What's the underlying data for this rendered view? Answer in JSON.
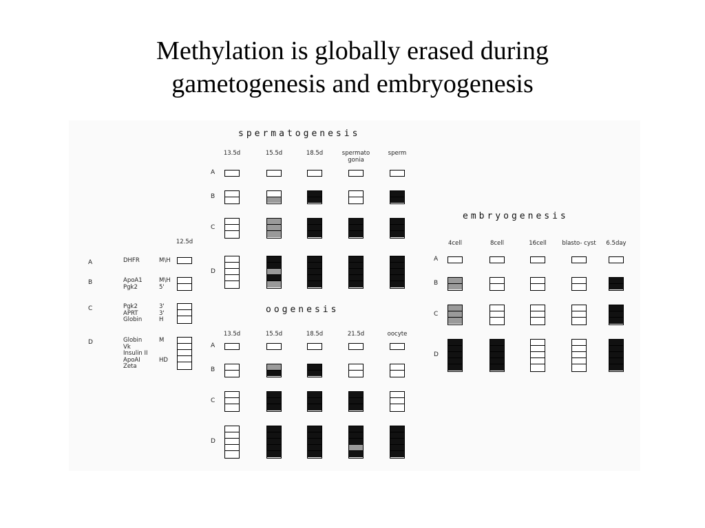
{
  "slide": {
    "title_line1": "Methylation is globally erased during",
    "title_line2": "gametogenesis and embryogenesis"
  },
  "colors": {
    "methylated": "#111111",
    "partial": "#9a9a9a",
    "unmethylated": "#ffffff"
  },
  "reference": {
    "stage": "12.5d",
    "groups": [
      {
        "row": "A",
        "genes": [
          "DHFR"
        ],
        "marks": [
          "M\\H"
        ],
        "segments": 1
      },
      {
        "row": "B",
        "genes": [
          "ApoA1",
          "Pgk2"
        ],
        "marks": [
          "M\\H",
          "5'"
        ],
        "segments": 2
      },
      {
        "row": "C",
        "genes": [
          "Pgk2",
          "APRT",
          "Globin"
        ],
        "marks": [
          "3'",
          "3'",
          "H"
        ],
        "segments": 3
      },
      {
        "row": "D",
        "genes": [
          "Globin",
          "Vk",
          "Insulin II",
          "ApoAI",
          "Zeta"
        ],
        "marks": [
          "M",
          "",
          "",
          "HD",
          ""
        ],
        "segments": 5
      }
    ]
  },
  "panels": [
    {
      "id": "spermatogenesis",
      "title": "spermatogenesis",
      "columns": [
        "13.5d",
        "15.5d",
        "18.5d",
        "spermato gonia",
        "sperm"
      ],
      "rows": [
        "A",
        "B",
        "C",
        "D"
      ],
      "states": [
        [
          [
            "u"
          ],
          [
            "u"
          ],
          [
            "u"
          ],
          [
            "u"
          ],
          [
            "u"
          ]
        ],
        [
          [
            "u",
            "u"
          ],
          [
            "u",
            "p"
          ],
          [
            "m",
            "m"
          ],
          [
            "u",
            "u"
          ],
          [
            "m",
            "m"
          ]
        ],
        [
          [
            "u",
            "u",
            "u"
          ],
          [
            "p",
            "p",
            "p"
          ],
          [
            "m",
            "m",
            "m"
          ],
          [
            "m",
            "m",
            "m"
          ],
          [
            "m",
            "m",
            "m"
          ]
        ],
        [
          [
            "u",
            "u",
            "u",
            "u",
            "u"
          ],
          [
            "m",
            "m",
            "p",
            "m",
            "p"
          ],
          [
            "m",
            "m",
            "m",
            "m",
            "m"
          ],
          [
            "m",
            "m",
            "m",
            "m",
            "m"
          ],
          [
            "m",
            "m",
            "m",
            "m",
            "m"
          ]
        ]
      ]
    },
    {
      "id": "oogenesis",
      "title": "oogenesis",
      "columns": [
        "13.5d",
        "15.5d",
        "18.5d",
        "21.5d",
        "oocyte"
      ],
      "rows": [
        "A",
        "B",
        "C",
        "D"
      ],
      "states": [
        [
          [
            "u"
          ],
          [
            "u"
          ],
          [
            "u"
          ],
          [
            "u"
          ],
          [
            "u"
          ]
        ],
        [
          [
            "u",
            "u"
          ],
          [
            "p",
            "m"
          ],
          [
            "m",
            "m"
          ],
          [
            "u",
            "u"
          ],
          [
            "u",
            "u"
          ]
        ],
        [
          [
            "u",
            "u",
            "u"
          ],
          [
            "m",
            "m",
            "m"
          ],
          [
            "m",
            "m",
            "m"
          ],
          [
            "m",
            "m",
            "m"
          ],
          [
            "u",
            "u",
            "u"
          ]
        ],
        [
          [
            "u",
            "u",
            "u",
            "u",
            "u"
          ],
          [
            "m",
            "m",
            "m",
            "m",
            "m"
          ],
          [
            "m",
            "m",
            "m",
            "m",
            "m"
          ],
          [
            "m",
            "m",
            "m",
            "p",
            "m"
          ],
          [
            "m",
            "m",
            "m",
            "m",
            "m"
          ]
        ]
      ]
    },
    {
      "id": "embryogenesis",
      "title": "embryogenesis",
      "columns": [
        "4cell",
        "8cell",
        "16cell",
        "blasto- cyst",
        "6.5day"
      ],
      "rows": [
        "A",
        "B",
        "C",
        "D"
      ],
      "states": [
        [
          [
            "u"
          ],
          [
            "u"
          ],
          [
            "u"
          ],
          [
            "u"
          ],
          [
            "u"
          ]
        ],
        [
          [
            "p",
            "p"
          ],
          [
            "u",
            "u"
          ],
          [
            "u",
            "u"
          ],
          [
            "u",
            "u"
          ],
          [
            "m",
            "m"
          ]
        ],
        [
          [
            "p",
            "p",
            "p"
          ],
          [
            "u",
            "u",
            "u"
          ],
          [
            "u",
            "u",
            "u"
          ],
          [
            "u",
            "u",
            "u"
          ],
          [
            "m",
            "m",
            "m"
          ]
        ],
        [
          [
            "m",
            "m",
            "m",
            "m",
            "m"
          ],
          [
            "m",
            "m",
            "m",
            "m",
            "m"
          ],
          [
            "u",
            "u",
            "u",
            "u",
            "u"
          ],
          [
            "u",
            "u",
            "u",
            "u",
            "u"
          ],
          [
            "m",
            "m",
            "m",
            "m",
            "m"
          ]
        ]
      ]
    }
  ]
}
